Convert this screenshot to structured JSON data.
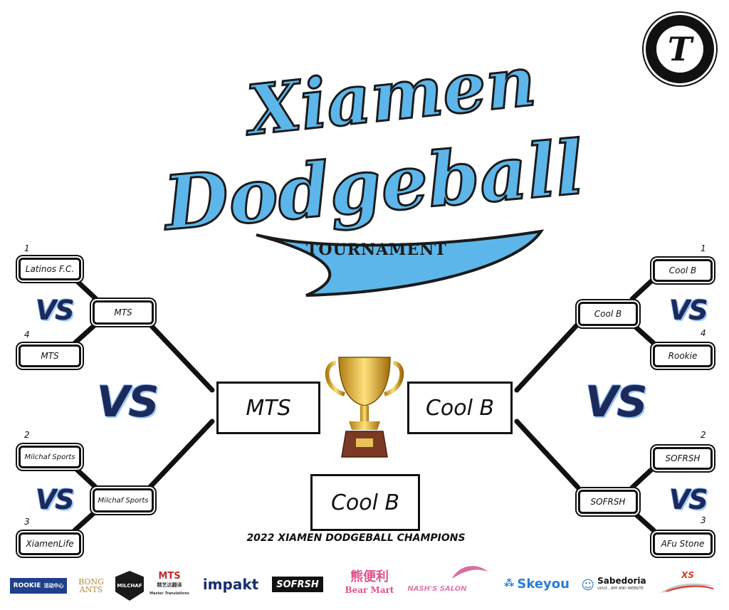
{
  "title": {
    "line1": "Xiamen",
    "line2": "Dodgeball",
    "line3": "TOURNAMENT"
  },
  "corner_logo": {
    "letter": "T",
    "icon": "t-logo-icon"
  },
  "vs_label": "VS",
  "left_bracket": {
    "top": {
      "seed1": "1",
      "team1": "Latinos F.C.",
      "seed2": "4",
      "team2": "MTS",
      "winner": "MTS"
    },
    "bottom": {
      "seed1": "2",
      "team1": "Milchaf Sports",
      "seed2": "3",
      "team2": "XiamenLife",
      "winner": "Milchaf Sports"
    },
    "final": "MTS"
  },
  "right_bracket": {
    "top": {
      "seed1": "1",
      "team1": "Cool B",
      "seed2": "4",
      "team2": "Rookie",
      "winner": "Cool B"
    },
    "bottom": {
      "seed1": "2",
      "team1": "SOFRSH",
      "seed2": "3",
      "team2": "AFu Stone",
      "winner": "SOFRSH"
    },
    "final": "Cool B"
  },
  "champion": "Cool B",
  "champions_caption": "2022 XIAMEN DODGEBALL CHAMPIONS",
  "sponsors": {
    "rookie": "ROOKIE",
    "rookie_cn": "活动中心",
    "bongants": "BONG ANTS",
    "milchaf": "MILCHAF",
    "mts": "MTS",
    "mts_cn": "精艺达翻译",
    "mts_sub": "Master Translations",
    "impakt": "impakt",
    "sofrsh": "SOFRSH",
    "bearmart_cn": "熊便利",
    "bearmart": "Bear Mart",
    "nash": "NASH'S SALON",
    "skeyou": "Skeyou",
    "sabedoria": "Sabedoria",
    "sabedoria_sub": "UI/UX , APP AND WEBSITE",
    "xs": "XS"
  },
  "colors": {
    "accent": "#5db6ea",
    "ink": "#111111",
    "vs": "#1b2a5a"
  }
}
